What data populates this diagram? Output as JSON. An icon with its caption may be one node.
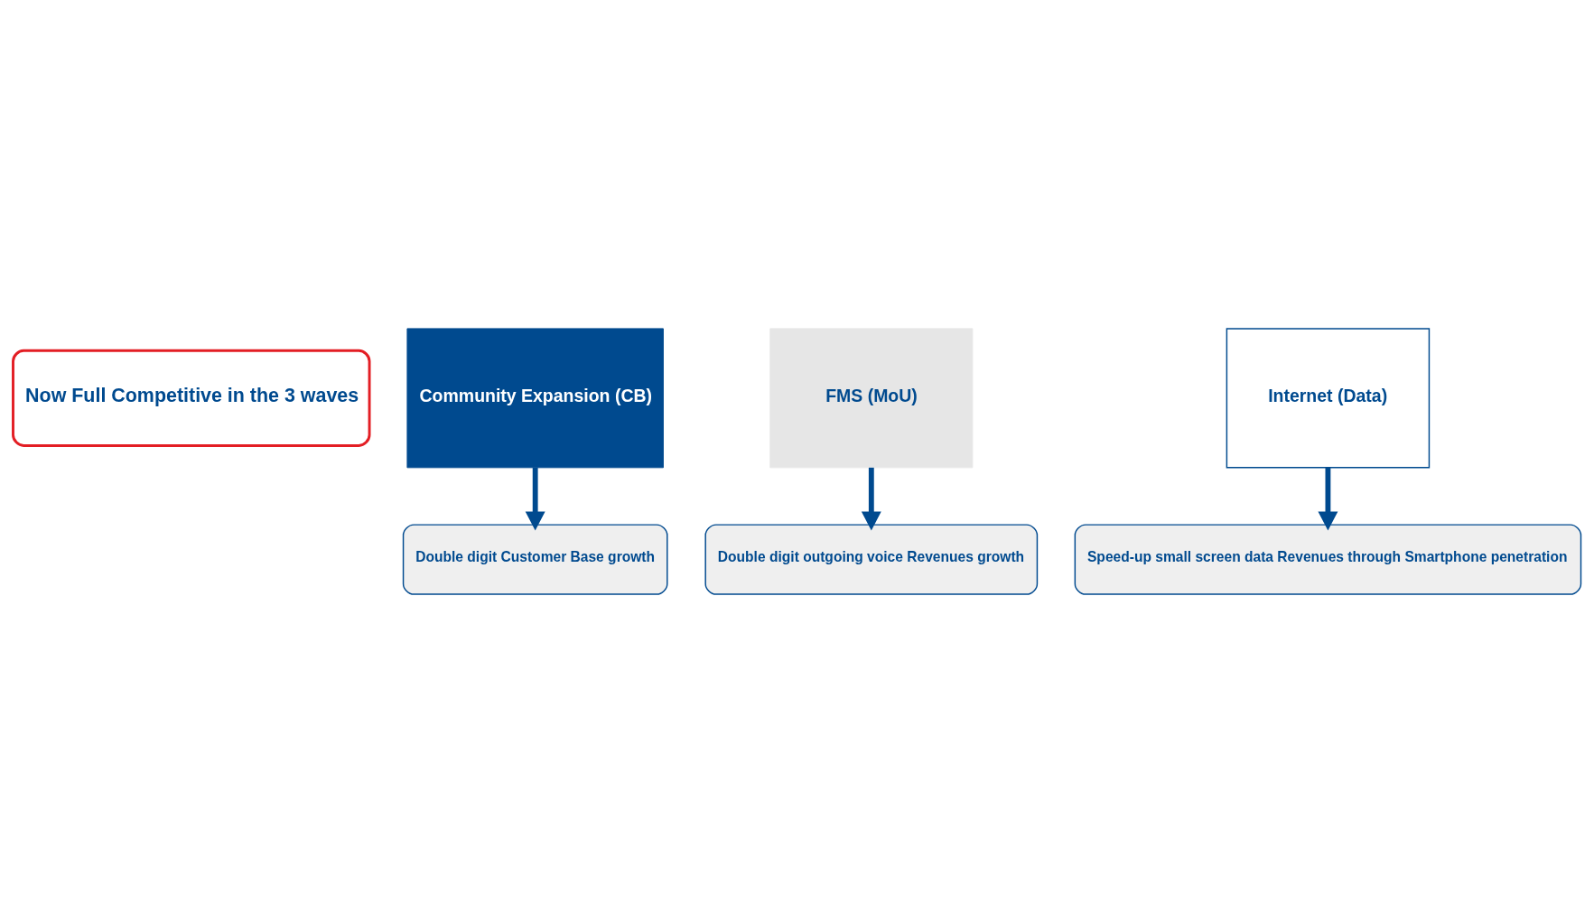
{
  "diagram": {
    "nodes": [
      {
        "text": [
          "Now Full Competitive in the 3 waves"
        ]
      },
      {
        "text": [
          "Community Expansion (CB)"
        ]
      },
      {
        "text": [
          "FMS (MoU)"
        ]
      },
      {
        "text": [
          "Internet (Data)"
        ]
      },
      {
        "text": [
          "Double digit Customer Base growth"
        ]
      },
      {
        "text": [
          "Double digit outgoing voice Revenues growth"
        ]
      },
      {
        "text": [
          "Speed-up small screen data Revenues through Smartphone penetration"
        ]
      }
    ],
    "edges": [
      {
        "from": 1,
        "to": 4,
        "arrow": "to"
      },
      {
        "from": 2,
        "to": 5,
        "arrow": "to"
      },
      {
        "from": 3,
        "to": 6,
        "arrow": "to"
      }
    ]
  }
}
